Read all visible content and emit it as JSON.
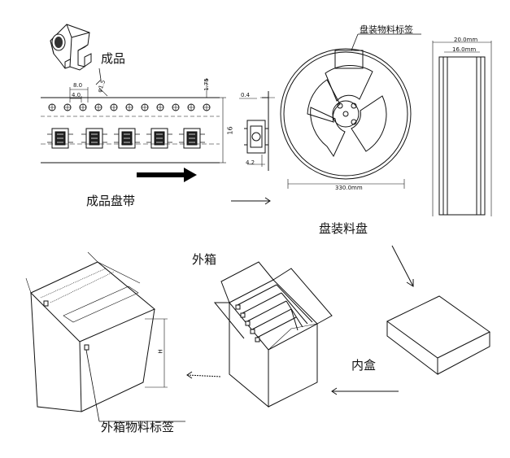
{
  "labels": {
    "finished_product": "成品",
    "carrier_tape": "成品盘带",
    "reel_label": "盘装物料标签",
    "reel": "盘装料盘",
    "outer_box": "外箱",
    "inner_box": "内盒",
    "outer_box_label": "外箱物料标签"
  },
  "dimensions": {
    "pitch_8": "8.0",
    "pitch_4": "4.0",
    "hole_dia": "φ1.5",
    "edge_175": "1.75",
    "tape_width": "16",
    "thickness": "0.4",
    "pocket_depth": "4.2",
    "reel_diameter": "330.0mm",
    "reel_outer_width": "20.0mm",
    "reel_inner_width": "16.0mm",
    "box_height": "H"
  },
  "colors": {
    "line": "#111111",
    "arrow_fill": "#000000"
  }
}
